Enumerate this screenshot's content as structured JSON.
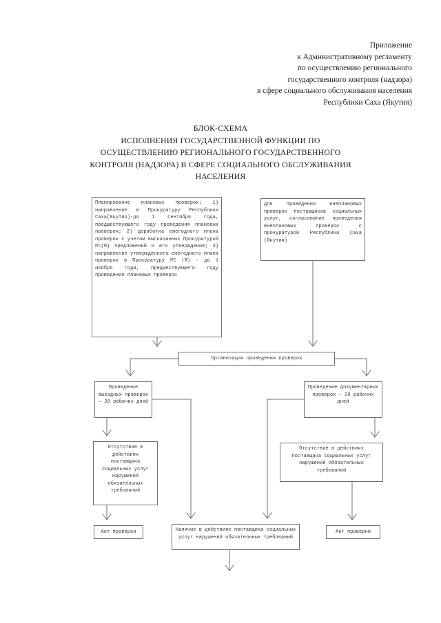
{
  "header": {
    "lines": [
      "Приложение",
      "к Административному регламенту",
      "по осуществлению регионального",
      "государственного контроля (надзора)",
      "в сфере социального обслуживания населения",
      "Республики Саха (Якутия)"
    ]
  },
  "title": {
    "lines": [
      "БЛОК-СХЕМА",
      "ИСПОЛНЕНИЯ ГОСУДАРСТВЕННОЙ ФУНКЦИИ ПО",
      "ОСУЩЕСТВЛЕНИЮ РЕГИОНАЛЬНОГО ГОСУДАРСТВЕННОГО",
      "КОНТРОЛЯ (НАДЗОРА) В СФЕРЕ СОЦИАЛЬНОГО ОБСЛУЖИВАНИЯ",
      "НАСЕЛЕНИЯ"
    ]
  },
  "flowchart": {
    "nodes": {
      "planning": "Планирование плановых проверок: 1) направление в Прокуратуру Республики Саха(Якутия)-до 1 сентября года, предшествующего году проведения плановых проверок; 2) доработка ежегодного плана проверок с учетом высказанных Прокуратурой РС(Я) предложений и его утверждение; 3) направление утвержденного ежегодного плана проверок в Прокуратуру РС (Я) - до 1 ноября года, предшествующего году проведения плановых проверок",
      "unscheduled": "для проведения внеплановых проверок поставщиков социальных услуг, согласование проведения внеплановых проверок с прокуратурой Республики Саха (Якутия)",
      "organization": "Организация проведения проверок",
      "field_check": "Проведение выездных проверок – 20 рабочих дней",
      "doc_check": "Проведение документарных проверок – 20 рабочих дней",
      "absence_left": "Отсутствие в действиях поставщика социальных услуг нарушений обязательных требований",
      "absence_right": "Отсутствие в действиях поставщика социальных услуг нарушений обязательных требований",
      "act_left": "Акт проверки",
      "presence": "Наличие в действиях поставщика социальных услуг нарушений обязательных требований",
      "act_right": "Акт проверки"
    }
  },
  "colors": {
    "border": "#6f6f6f",
    "text": "#3a3a3a",
    "heading_text": "#1f1f1f",
    "background": "#ffffff"
  }
}
